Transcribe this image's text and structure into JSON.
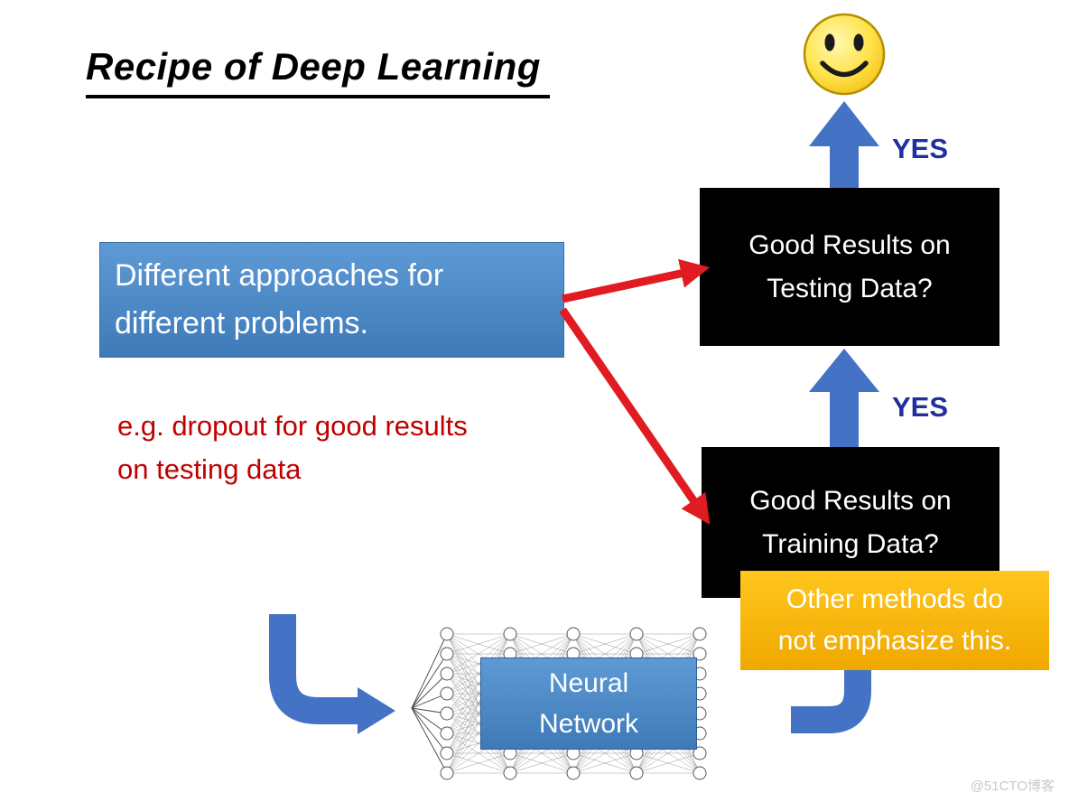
{
  "title": "Recipe of Deep Learning",
  "flow": {
    "testing_box": "Good Results on\nTesting Data?",
    "training_box": "Good Results on\nTraining Data?",
    "yes_top": "YES",
    "yes_mid": "YES"
  },
  "notes": {
    "approaches": "Different approaches for\ndifferent problems.",
    "example": "e.g. dropout for good results\non testing data",
    "other_methods": "Other methods do\nnot emphasize this."
  },
  "neural_network_label": "Neural\nNetwork",
  "watermark": "@51CTO博客",
  "icons": {
    "smiley": "smiley-face-happy",
    "up_arrows": "block-arrow-up",
    "curved_arrows": "elbow-arrow"
  },
  "colors": {
    "arrow_blue": "#4472c4",
    "box_blue_top": "#5e9ad6",
    "box_blue_bottom": "#3f7ab8",
    "box_black": "#000000",
    "box_orange_top": "#ffc61e",
    "box_orange_bottom": "#f0a800",
    "yes_navy": "#1f2f9e",
    "red_arrow": "#e11b22",
    "red_text": "#c00000",
    "smiley_yellow": "#ffd21e",
    "watermark_gray": "#c9c9c9"
  }
}
